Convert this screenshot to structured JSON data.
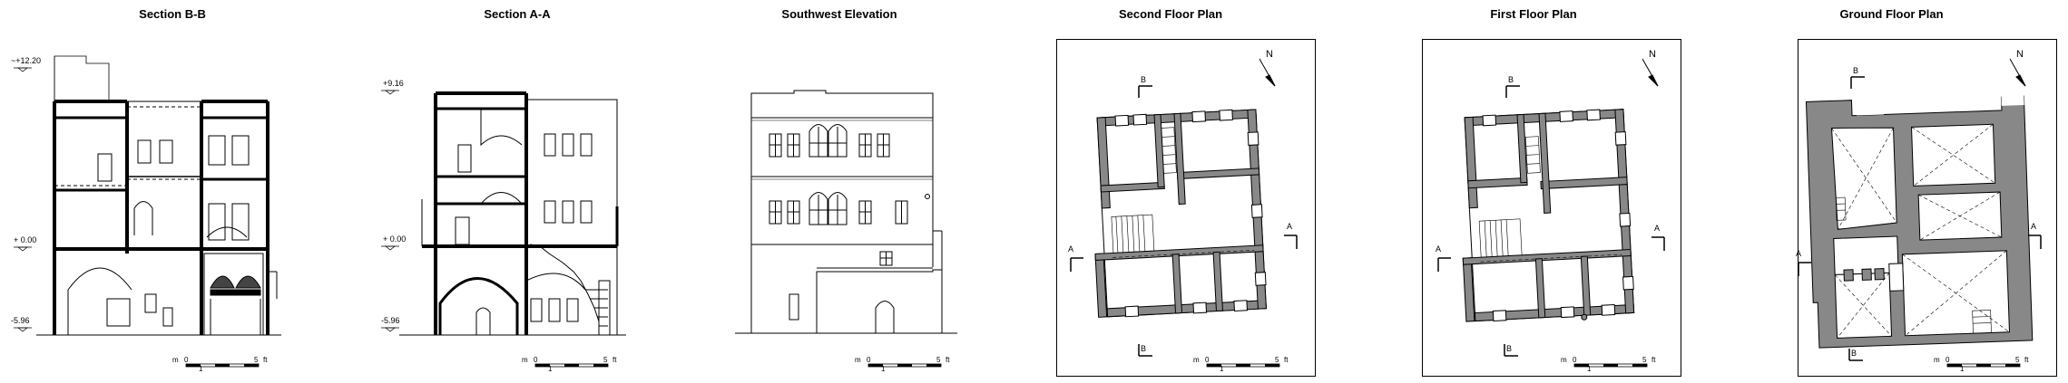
{
  "drawings": [
    {
      "title": "Section B-B",
      "levels": [
        "~+12.20",
        "+ 0.00",
        "-5.96"
      ]
    },
    {
      "title": "Section A-A",
      "levels": [
        "+9.16",
        "+ 0.00",
        "-5.96"
      ]
    },
    {
      "title": "Southwest Elevation",
      "levels": []
    },
    {
      "title": "Second Floor Plan",
      "levels": []
    },
    {
      "title": "First Floor Plan",
      "levels": []
    },
    {
      "title": "Ground Floor Plan",
      "levels": []
    }
  ],
  "scale_bar": {
    "unit_left": "m",
    "zero": "0",
    "one": "1",
    "five": "5",
    "unit_right": "ft"
  },
  "markers": {
    "north": "N",
    "section_a": "A",
    "section_b": "B"
  },
  "colors": {
    "wall_fill": "#888888",
    "line": "#000000"
  }
}
